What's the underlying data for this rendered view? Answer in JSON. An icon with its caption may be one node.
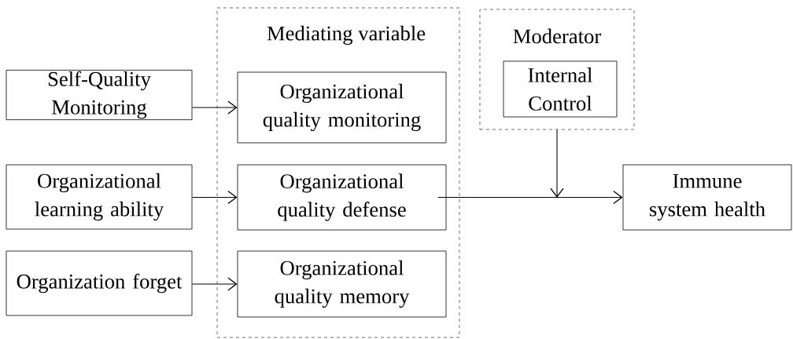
{
  "diagram": {
    "nodes": [
      {
        "text": [
          "Self-Quality Monitoring"
        ]
      },
      {
        "text": [
          "Organizational learning ability"
        ]
      },
      {
        "text": [
          "Organization forget"
        ]
      },
      {
        "text": [
          "Mediating variable"
        ]
      },
      {
        "text": [
          "Organizational quality monitoring"
        ],
        "in": 3
      },
      {
        "text": [
          "Organizational quality defense"
        ],
        "in": 3
      },
      {
        "text": [
          "Organizational quality memory"
        ],
        "in": 3
      },
      {
        "text": [
          "Moderator"
        ]
      },
      {
        "text": [
          "Internal Control"
        ],
        "in": 7
      },
      {
        "text": [
          "Immune system health"
        ]
      }
    ],
    "edges": [
      {
        "from": 0,
        "to": 4,
        "arrow": "to"
      },
      {
        "from": 1,
        "to": 5,
        "arrow": "to"
      },
      {
        "from": 2,
        "to": 6,
        "arrow": "to"
      },
      {
        "from": 5,
        "to": 9,
        "arrow": "to"
      },
      {
        "from": 7,
        "to": null,
        "arrow": "to"
      }
    ]
  }
}
